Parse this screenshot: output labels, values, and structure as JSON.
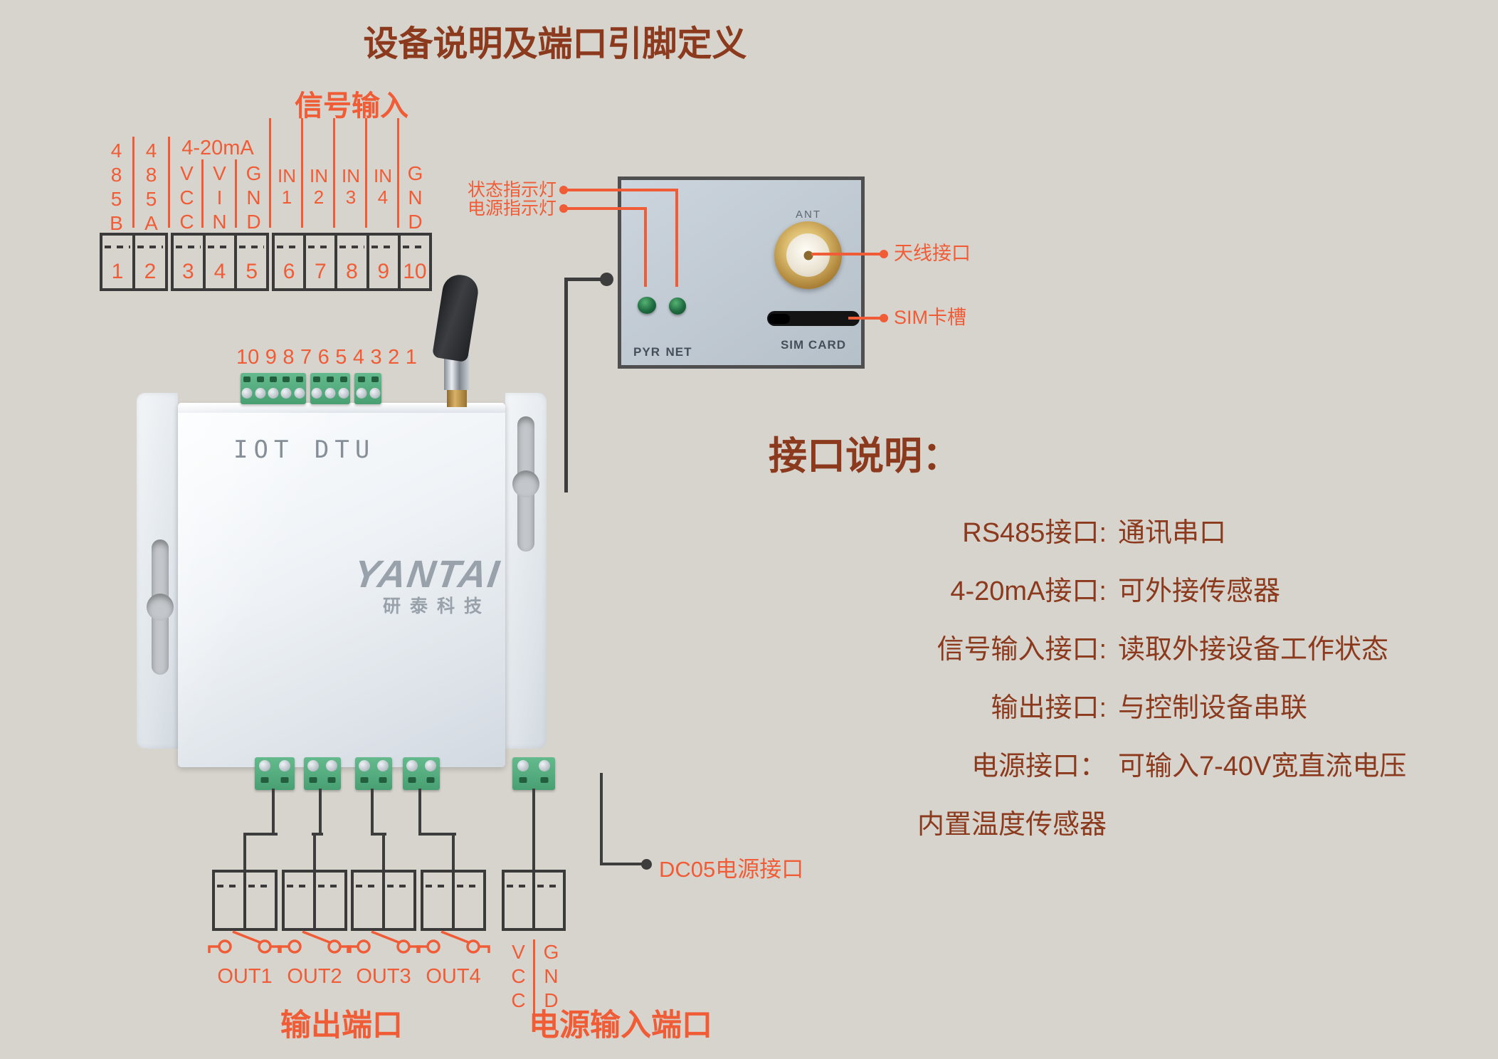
{
  "colors": {
    "accent": "#ef5c36",
    "heading": "#8c3a1d",
    "line_dark": "#3d3d3d",
    "terminal_green": "#55b183"
  },
  "title": "设备说明及端口引脚定义",
  "signal_input": {
    "header": "信号输入",
    "group_label": "4-20mA",
    "pins": [
      {
        "label": "485B"
      },
      {
        "label": "485A"
      },
      {
        "label": "VCC"
      },
      {
        "label": "VIN"
      },
      {
        "label": "GND"
      },
      {
        "label": "IN",
        "num": "1"
      },
      {
        "label": "IN",
        "num": "2"
      },
      {
        "label": "IN",
        "num": "3"
      },
      {
        "label": "IN",
        "num": "4"
      },
      {
        "label": "GND"
      }
    ],
    "terminal_numbers": [
      "1",
      "2",
      "3",
      "4",
      "5",
      "6",
      "7",
      "8",
      "9",
      "10"
    ]
  },
  "device": {
    "model": "IOT DTU",
    "brand": "YANTAI",
    "brand_cn": "研泰科技",
    "top_terminal_numbers": [
      "10",
      "9",
      "8",
      "7",
      "6",
      "5",
      "4",
      "3",
      "2",
      "1"
    ]
  },
  "panel": {
    "led1": "PYR",
    "led2": "NET",
    "ant": "ANT",
    "sim": "SIM CARD"
  },
  "callouts": {
    "status_led": "状态指示灯",
    "power_led": "电源指示灯",
    "antenna": "天线接口",
    "sim_slot": "SIM卡槽",
    "dc05": "DC05电源接口"
  },
  "interface": {
    "heading": "接口说明：",
    "items": [
      {
        "label": "RS485接口:",
        "desc": "通讯串口"
      },
      {
        "label": "4-20mA接口:",
        "desc": "可外接传感器"
      },
      {
        "label": "信号输入接口:",
        "desc": "读取外接设备工作状态"
      },
      {
        "label": "输出接口:",
        "desc": "与控制设备串联"
      },
      {
        "label": "电源接口：",
        "desc": "可输入7-40V宽直流电压"
      },
      {
        "label": "内置温度传感器",
        "desc": ""
      }
    ]
  },
  "outputs": {
    "labels": [
      "OUT1",
      "OUT2",
      "OUT3",
      "OUT4"
    ],
    "section": "输出端口"
  },
  "power": {
    "vcc": "VCC",
    "gnd": "GND",
    "section": "电源输入端口"
  }
}
